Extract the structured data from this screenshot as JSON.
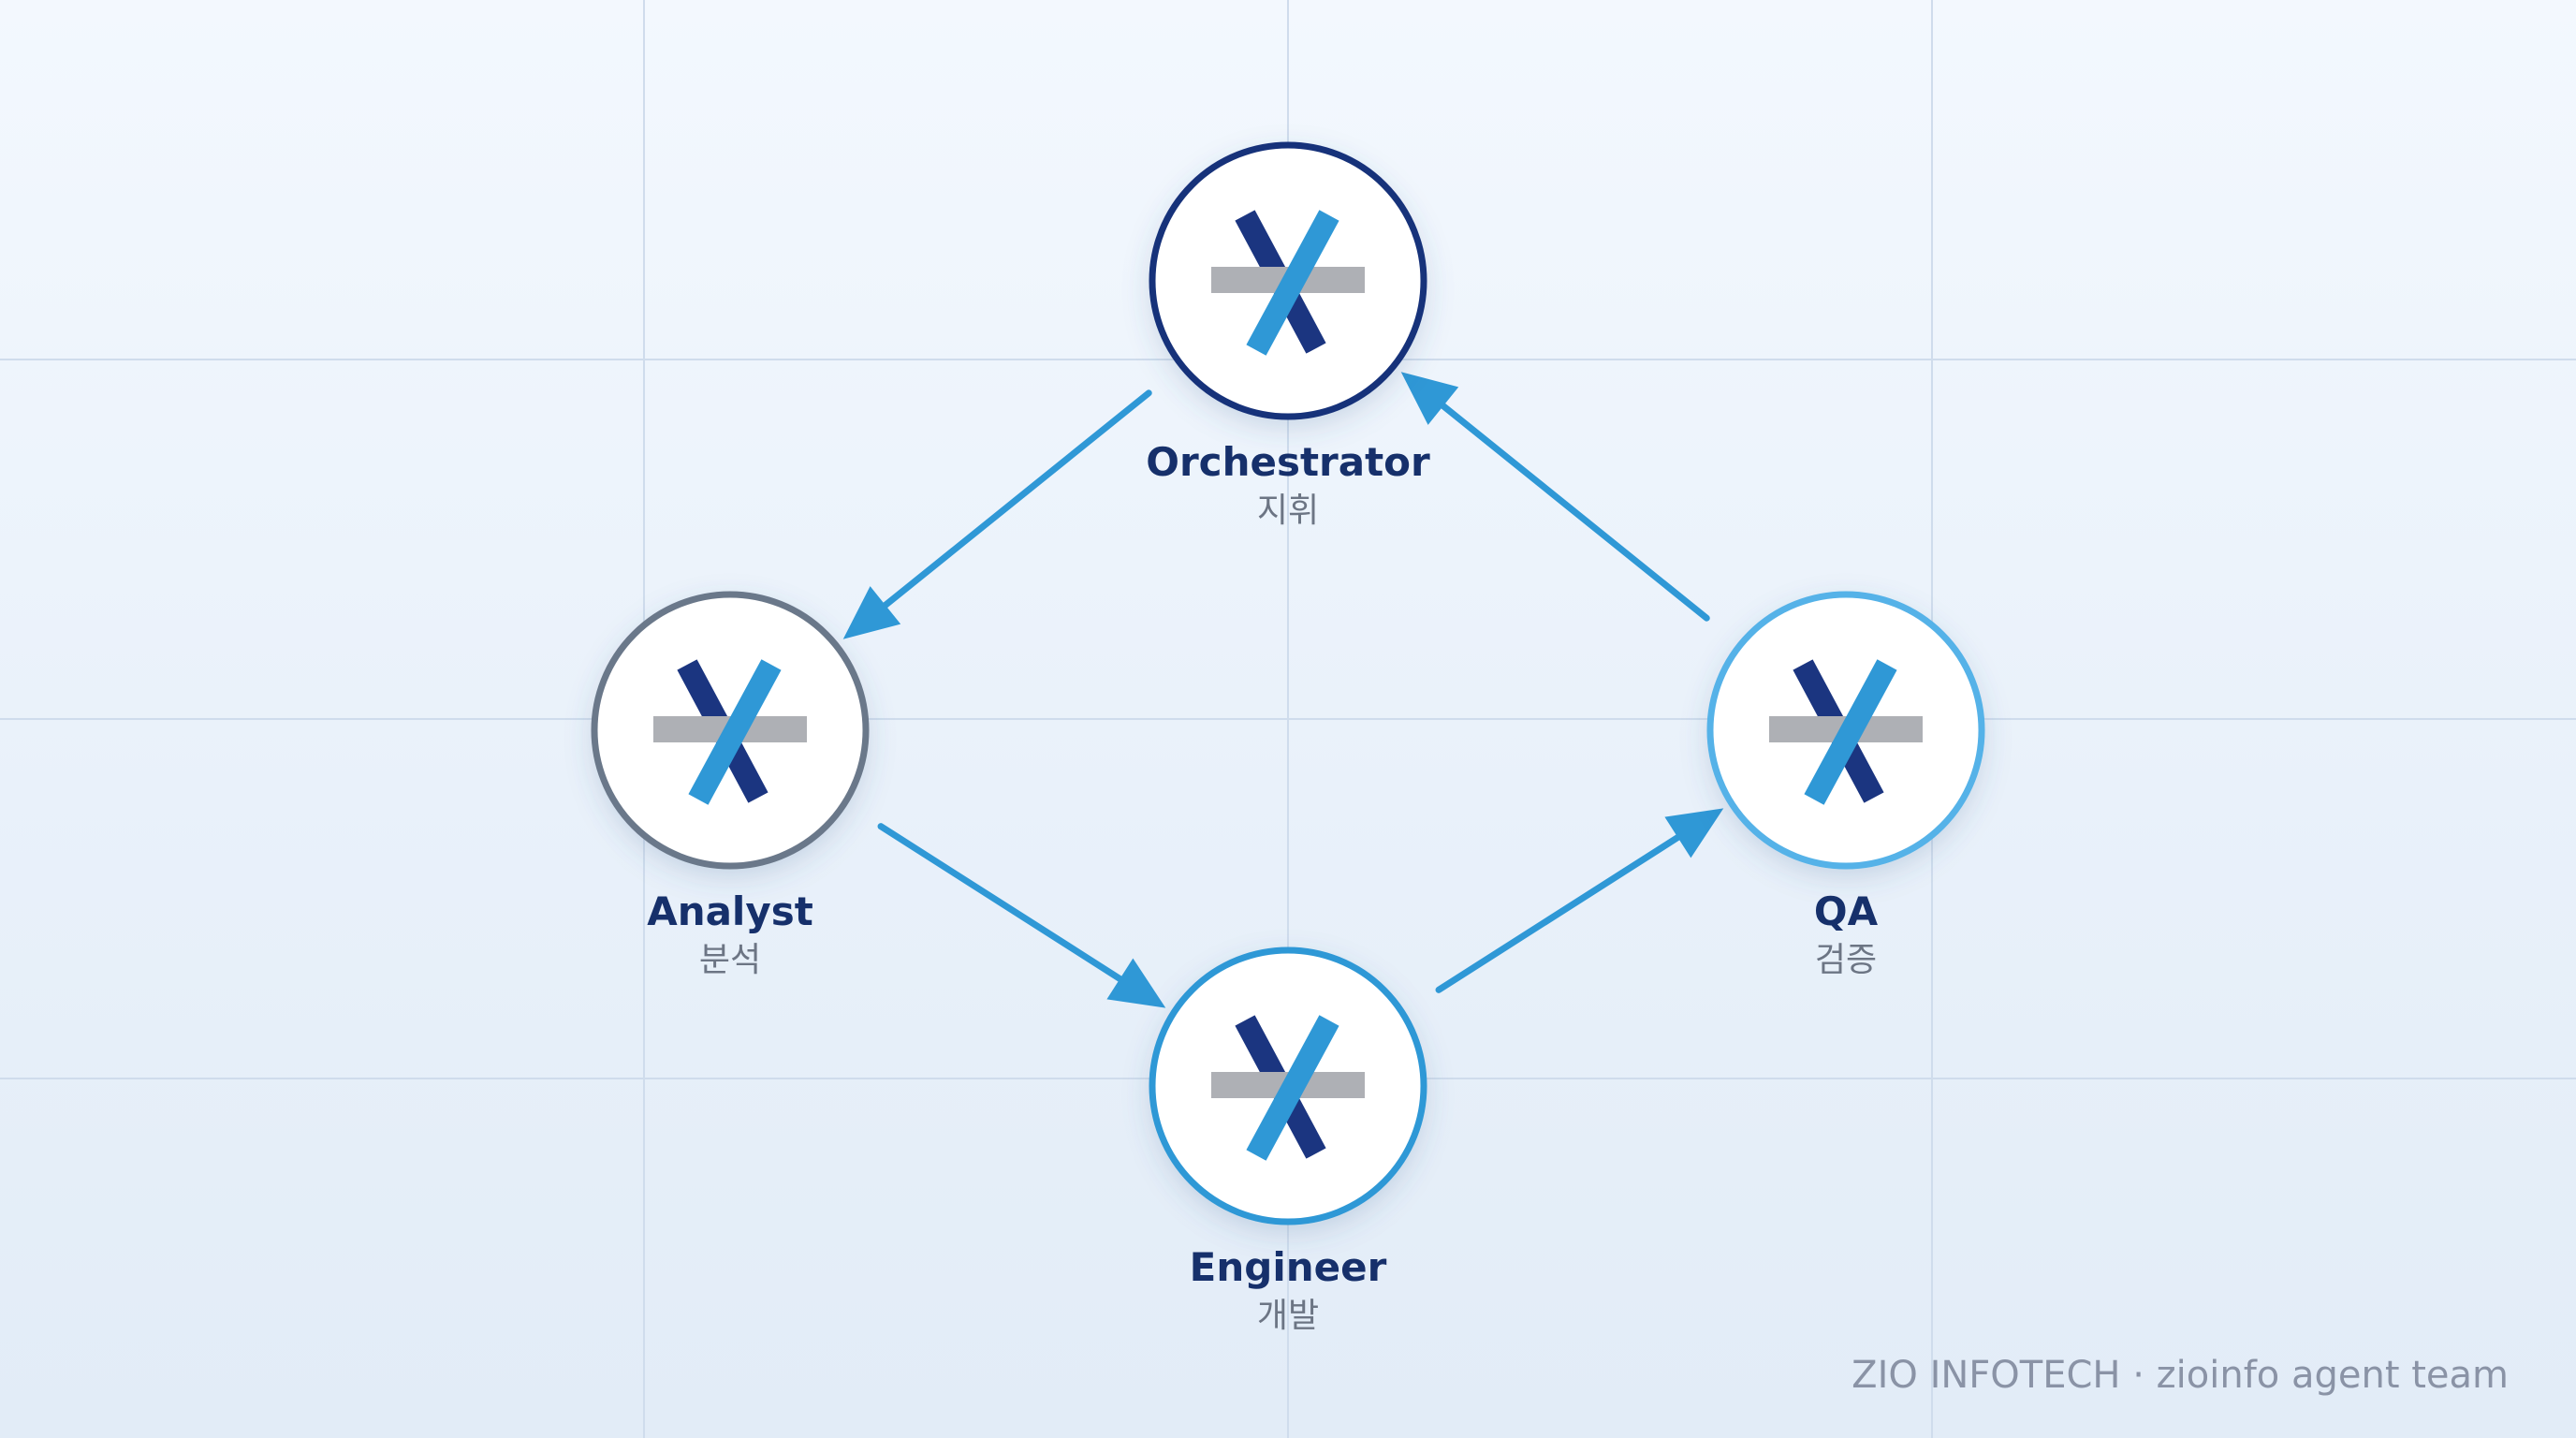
{
  "colors": {
    "background_top": "#f3f8fe",
    "background_bottom": "#e2ecf7",
    "grid": "#cfdcec",
    "arrow": "#2f98d6",
    "label_name": "#16306b",
    "label_sub": "#6c7584",
    "logo_dark": "#1b3580",
    "logo_light": "#2f98d6",
    "logo_bar": "#aeb0b5"
  },
  "nodes": [
    {
      "id": "orchestrator",
      "name": "Orchestrator",
      "sub": "지휘",
      "ring_color": "#17307a"
    },
    {
      "id": "analyst",
      "name": "Analyst",
      "sub": "분석",
      "ring_color": "#6b788a"
    },
    {
      "id": "engineer",
      "name": "Engineer",
      "sub": "개발",
      "ring_color": "#2f98d6"
    },
    {
      "id": "qa",
      "name": "QA",
      "sub": "검증",
      "ring_color": "#55b2e8"
    }
  ],
  "edges": [
    {
      "from": "orchestrator",
      "to": "analyst"
    },
    {
      "from": "analyst",
      "to": "engineer"
    },
    {
      "from": "engineer",
      "to": "qa"
    },
    {
      "from": "qa",
      "to": "orchestrator"
    }
  ],
  "logo_icon": "zio-x-logo",
  "footer": {
    "text": "ZIO INFOTECH · zioinfo agent team"
  }
}
